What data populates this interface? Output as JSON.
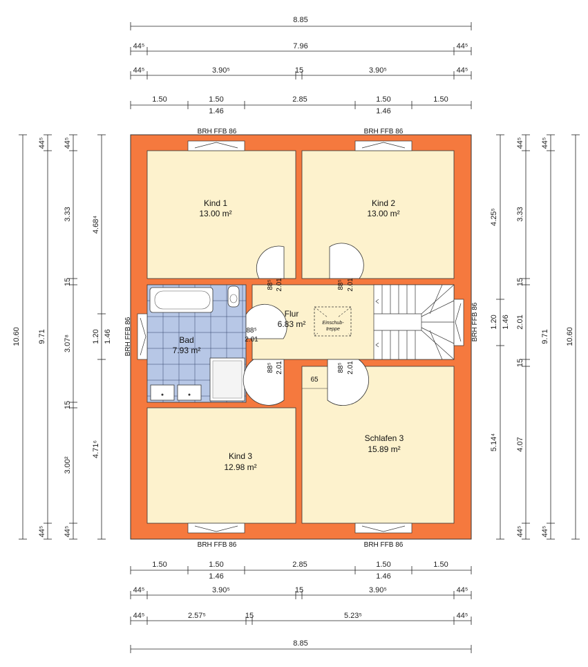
{
  "rooms": {
    "kind1": {
      "name": "Kind 1",
      "area": "13.00 m²"
    },
    "kind2": {
      "name": "Kind 2",
      "area": "13.00 m²"
    },
    "kind3": {
      "name": "Kind 3",
      "area": "12.98 m²"
    },
    "schlafen": {
      "name": "Schlafen 3",
      "area": "15.89 m²"
    },
    "bad": {
      "name": "Bad",
      "area": "7.93 m²"
    },
    "flur": {
      "name": "Flur",
      "area": "6.83 m²"
    }
  },
  "labels": {
    "brh": "BRH FFB 86",
    "einschub1": "Einschub-",
    "einschub2": "treppe",
    "gap65": "65"
  },
  "doors": {
    "d1_w": "88⁵",
    "d1_h": "2.01",
    "d2_w": "88⁵",
    "d2_h": "2.01",
    "d3_w": "88⁵",
    "d3_h": "2.01",
    "d4_w": "88⁵",
    "d4_h": "2.01",
    "d5_w": "88⁵",
    "d5_h": "2.01"
  },
  "dims": {
    "total": "8.85",
    "inner": "7.96",
    "wall": "44⁵",
    "half": "3.90⁵",
    "mid15": "15",
    "w150": "1.50",
    "w285": "2.85",
    "w146": "1.46",
    "b2575": "2.57⁵",
    "b5235": "5.23⁵",
    "l1060": "10.60",
    "l971": "9.71",
    "l333": "3.33",
    "l3078": "3.07⁸",
    "l3002": "3.00²",
    "l4684": "4.68⁴",
    "l4716": "4.71⁶",
    "l120": "1.20",
    "l146": "1.46",
    "r4255": "4.25⁵",
    "r201": "2.01",
    "r5144": "5.14⁴",
    "r407": "4.07"
  },
  "colors": {
    "wall": "#f5793e",
    "floor": "#fdf2cd",
    "tile": "#b7c7e6"
  }
}
